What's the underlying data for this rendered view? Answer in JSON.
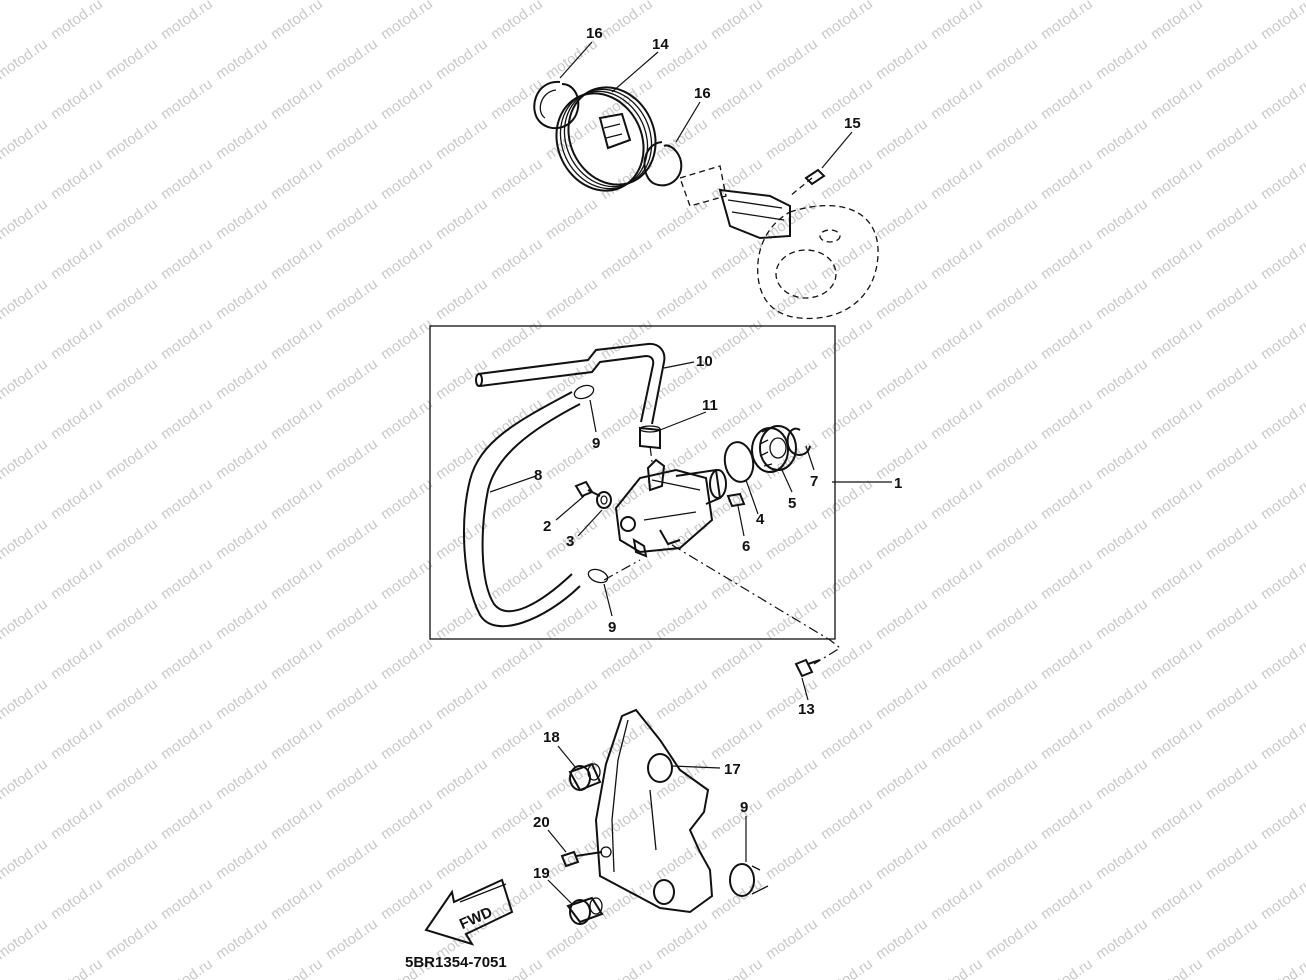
{
  "diagram": {
    "watermark": "motod.ru",
    "doc_code": "5BR1354-7051",
    "fwd_label": "FWD",
    "callouts": [
      {
        "id": "c16a",
        "text": "16"
      },
      {
        "id": "c14",
        "text": "14"
      },
      {
        "id": "c16b",
        "text": "16"
      },
      {
        "id": "c15",
        "text": "15"
      },
      {
        "id": "c10",
        "text": "10"
      },
      {
        "id": "c11",
        "text": "11"
      },
      {
        "id": "c9a",
        "text": "9"
      },
      {
        "id": "c8",
        "text": "8"
      },
      {
        "id": "c7",
        "text": "7"
      },
      {
        "id": "c1",
        "text": "1"
      },
      {
        "id": "c5",
        "text": "5"
      },
      {
        "id": "c4",
        "text": "4"
      },
      {
        "id": "c6",
        "text": "6"
      },
      {
        "id": "c2",
        "text": "2"
      },
      {
        "id": "c3",
        "text": "3"
      },
      {
        "id": "c9b",
        "text": "9"
      },
      {
        "id": "c13",
        "text": "13"
      },
      {
        "id": "c18",
        "text": "18"
      },
      {
        "id": "c17",
        "text": "17"
      },
      {
        "id": "c9c",
        "text": "9"
      },
      {
        "id": "c20",
        "text": "20"
      },
      {
        "id": "c19",
        "text": "19"
      }
    ]
  }
}
